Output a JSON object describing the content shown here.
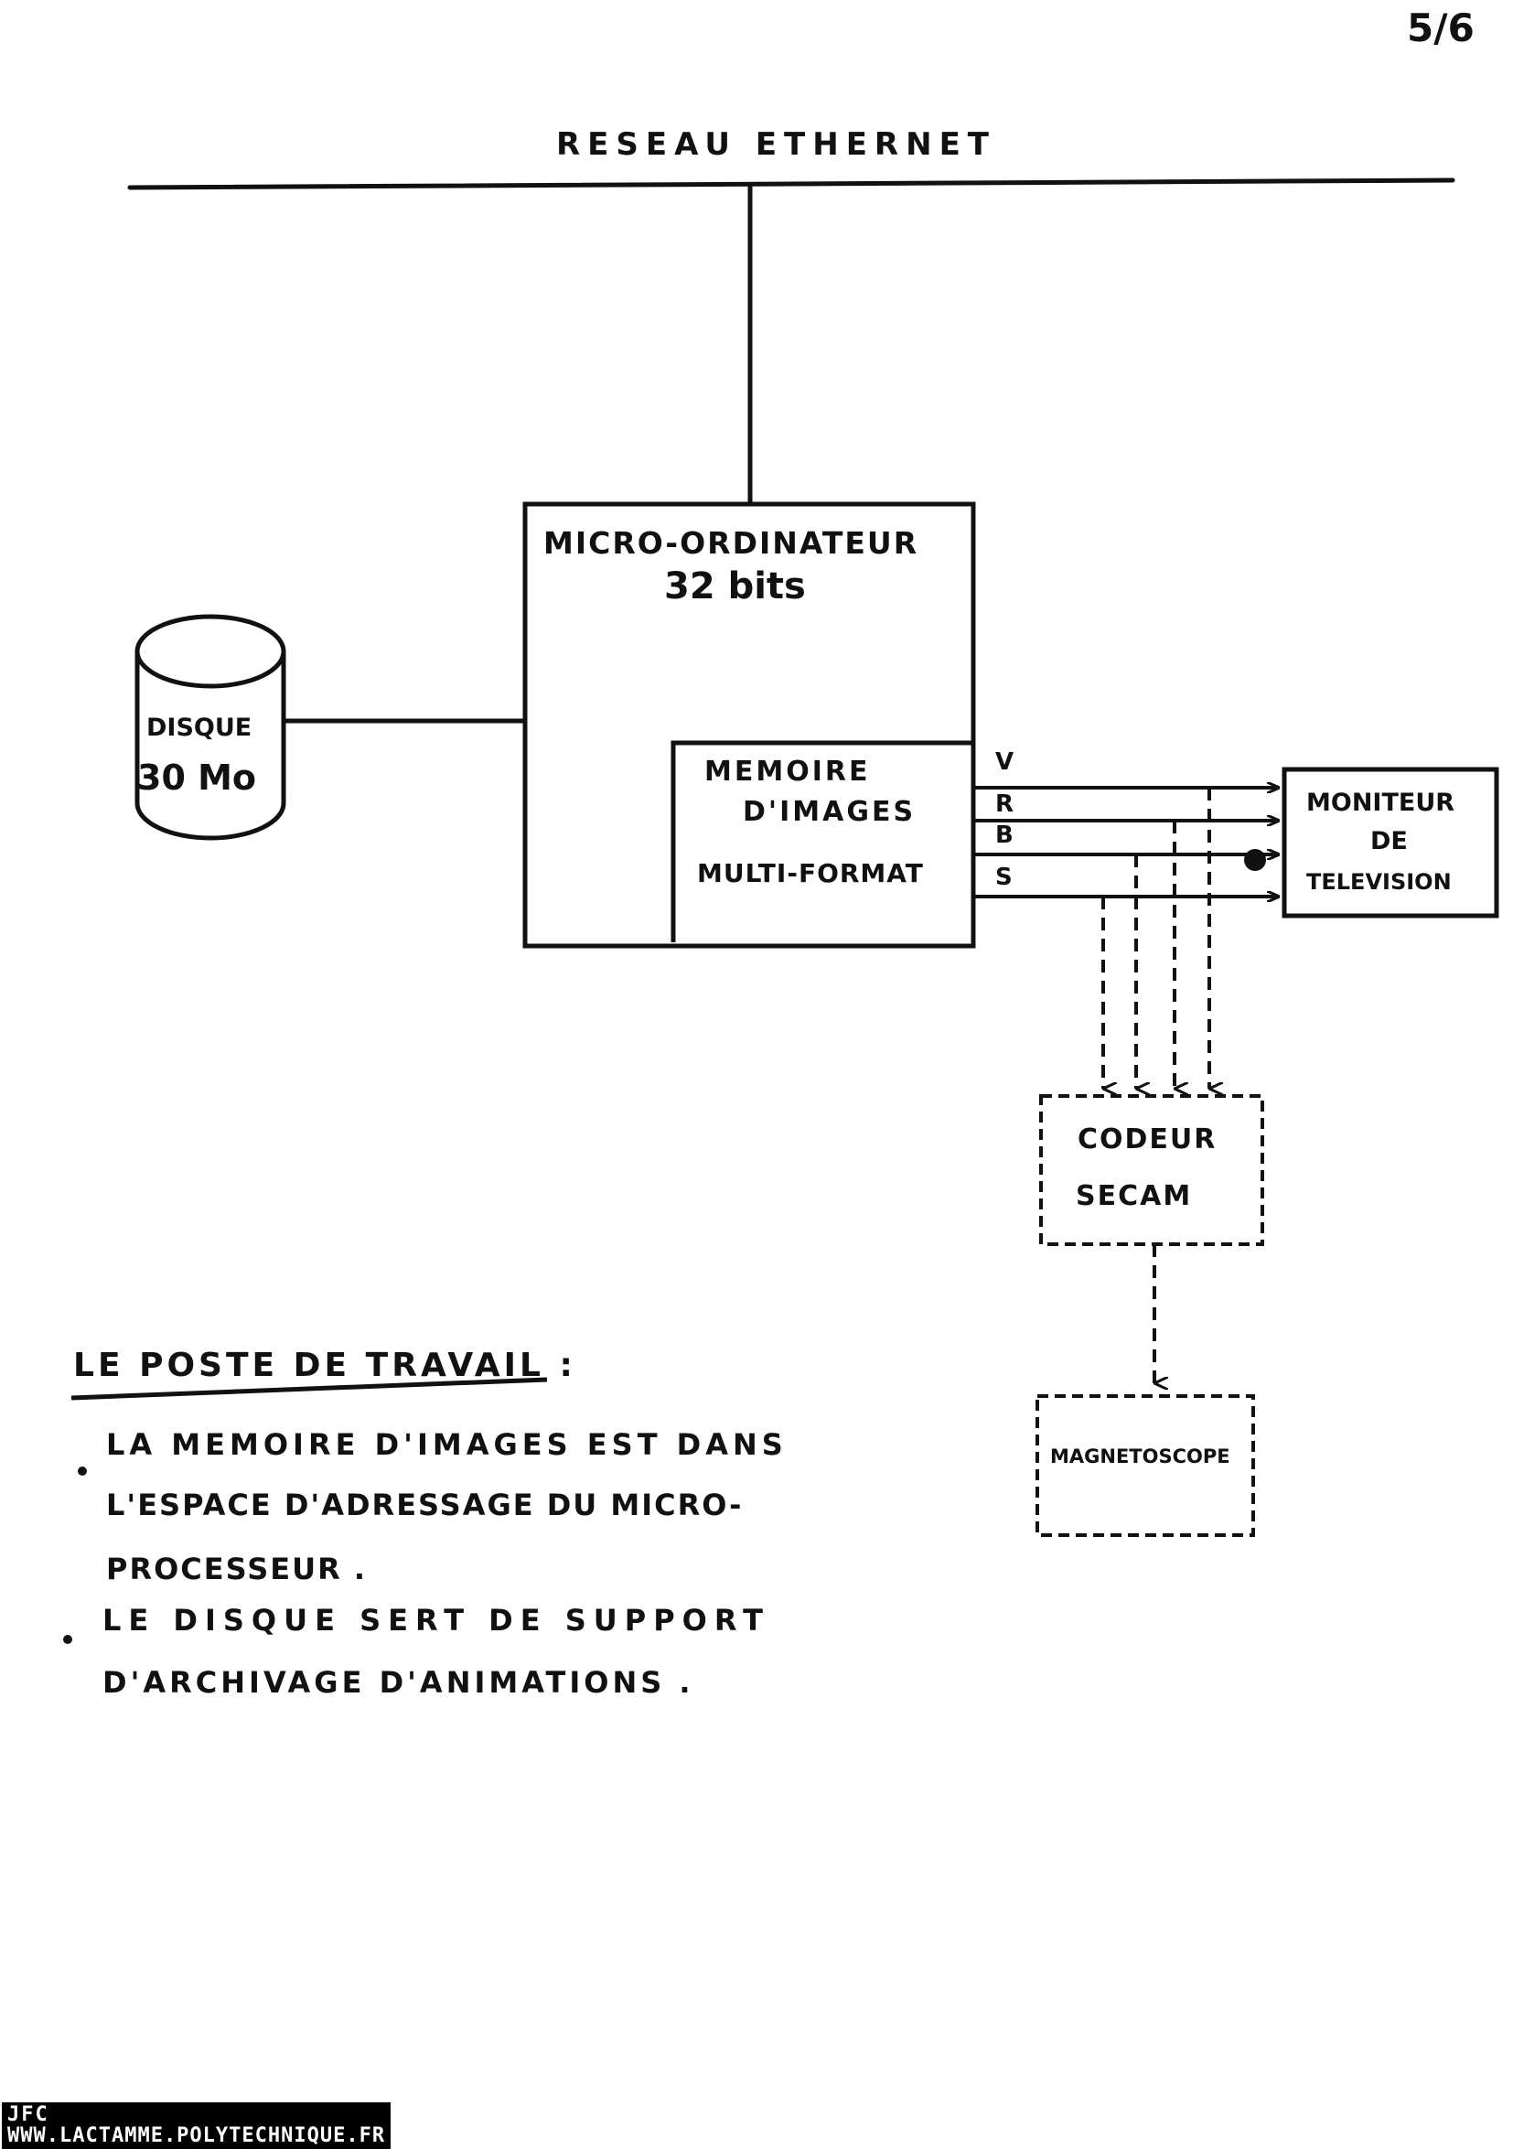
{
  "page_number": "5/6",
  "diagram": {
    "network_label": "RESEAU ETHERNET",
    "computer": {
      "line1": "MICRO-ORDINATEUR",
      "line2": "32 bits"
    },
    "memory": {
      "line1": "MEMOIRE",
      "line2": "D'IMAGES",
      "line3": "MULTI-FORMAT"
    },
    "disk": {
      "line1": "DISQUE",
      "line2": "30 Mo"
    },
    "monitor": {
      "line1": "MONITEUR",
      "line2": "DE",
      "line3": "TELEVISION"
    },
    "signals": [
      "V",
      "R",
      "B",
      "S"
    ],
    "encoder": {
      "line1": "CODEUR",
      "line2": "SECAM"
    },
    "recorder": {
      "label": "MAGNETOSCOPE"
    }
  },
  "notes": {
    "heading": "LE POSTE DE TRAVAIL :",
    "bullet1": {
      "line1": "LA MEMOIRE D'IMAGES EST DANS",
      "line2": "L'ESPACE D'ADRESSAGE DU MICRO-",
      "line3": "PROCESSEUR ."
    },
    "bullet2": {
      "line1": "LE DISQUE SERT DE SUPPORT",
      "line2": "D'ARCHIVAGE D'ANIMATIONS ."
    }
  },
  "footer": {
    "line1": "JFC",
    "line2": "WWW.LACTAMME.POLYTECHNIQUE.FR"
  }
}
